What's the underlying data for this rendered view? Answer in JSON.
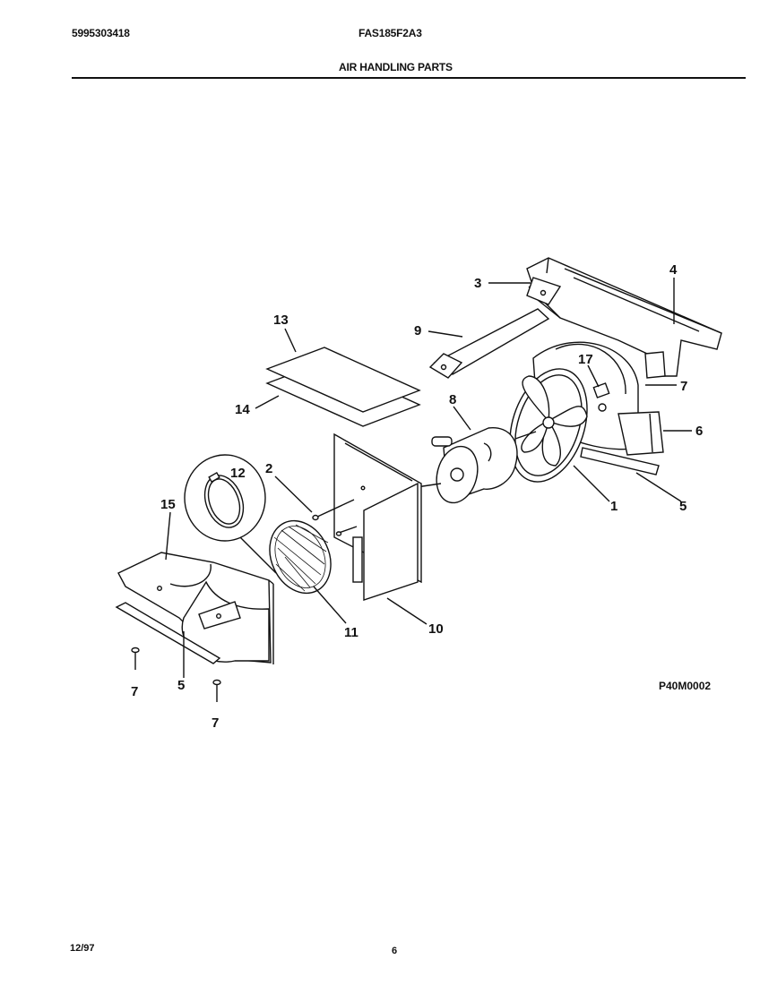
{
  "header": {
    "doc_number": "5995303418",
    "model_number": "FAS185F2A3",
    "section_title": "AIR HANDLING PARTS"
  },
  "diagram": {
    "reference_code": "P40M0002",
    "callouts": [
      "1",
      "2",
      "3",
      "4",
      "5",
      "5",
      "6",
      "7",
      "7",
      "7",
      "8",
      "9",
      "10",
      "11",
      "12",
      "13",
      "14",
      "15",
      "17"
    ]
  },
  "footer": {
    "date": "12/97",
    "page_number": "6"
  }
}
